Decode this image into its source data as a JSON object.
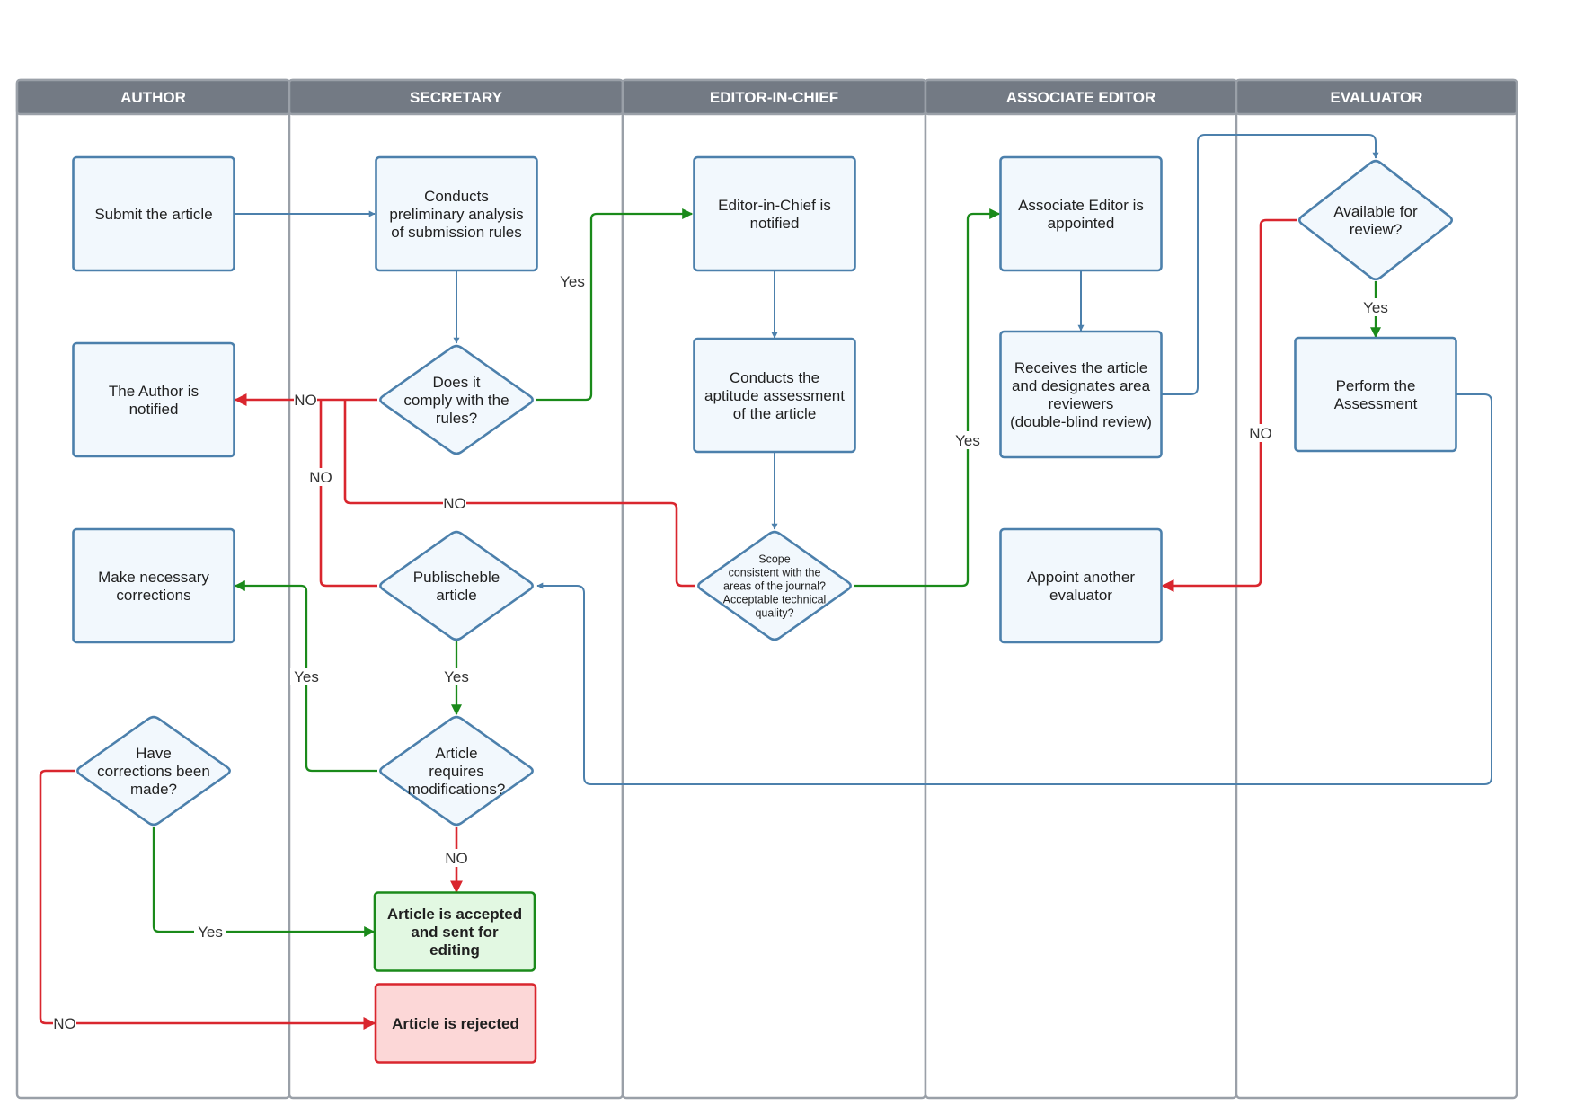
{
  "colors": {
    "lane_header": "#737a84",
    "lane_border": "#9aa0a8",
    "node_fill": "#f2f8fd",
    "node_stroke": "#4c80ac",
    "accepted_fill": "#e2f8e2",
    "accepted_stroke": "#1a8a1a",
    "rejected_fill": "#fcd7d7",
    "rejected_stroke": "#d9262e",
    "edge_blue": "#4c80ac",
    "edge_green": "#1a8a1a",
    "edge_red": "#d9262e"
  },
  "lanes": [
    {
      "id": "author",
      "title": "AUTHOR"
    },
    {
      "id": "secretary",
      "title": "SECRETARY"
    },
    {
      "id": "editor",
      "title": "EDITOR-IN-CHIEF"
    },
    {
      "id": "associate",
      "title": "ASSOCIATE EDITOR"
    },
    {
      "id": "evaluator",
      "title": "EVALUATOR"
    }
  ],
  "nodes": [
    {
      "id": "submit",
      "shape": "process",
      "lines": [
        "Submit the article"
      ]
    },
    {
      "id": "notified_author",
      "shape": "process",
      "lines": [
        "The Author is",
        "notified"
      ]
    },
    {
      "id": "corrections",
      "shape": "process",
      "lines": [
        "Make necessary",
        "corrections"
      ]
    },
    {
      "id": "made_q",
      "shape": "decision",
      "lines": [
        "Have",
        "corrections been",
        "made?"
      ]
    },
    {
      "id": "prelim",
      "shape": "process",
      "lines": [
        "Conducts",
        "preliminary analysis",
        "of submission rules"
      ]
    },
    {
      "id": "comply_q",
      "shape": "decision",
      "lines": [
        "Does it",
        "comply with the",
        "rules?"
      ]
    },
    {
      "id": "publishable_q",
      "shape": "decision",
      "lines": [
        "Publischeble",
        "article"
      ]
    },
    {
      "id": "modif_q",
      "shape": "decision",
      "lines": [
        "Article",
        "requires",
        "modifications?"
      ]
    },
    {
      "id": "accepted",
      "shape": "accepted",
      "lines": [
        "Article is accepted",
        "and sent for",
        "editing"
      ]
    },
    {
      "id": "rejected",
      "shape": "rejected",
      "lines": [
        "Article is rejected"
      ]
    },
    {
      "id": "eic_notified",
      "shape": "process",
      "lines": [
        "Editor-in-Chief is",
        "notified"
      ]
    },
    {
      "id": "aptitude",
      "shape": "process",
      "lines": [
        "Conducts the",
        "aptitude assessment",
        "of the article"
      ]
    },
    {
      "id": "scope_q",
      "shape": "decision",
      "lines": [
        "Scope",
        "consistent with the",
        "areas of the journal?",
        "Acceptable technical",
        "quality?"
      ]
    },
    {
      "id": "ae_appointed",
      "shape": "process",
      "lines": [
        "Associate Editor is",
        "appointed"
      ]
    },
    {
      "id": "receives",
      "shape": "process",
      "lines": [
        "Receives the article",
        "and designates area",
        "reviewers",
        "(double-blind review)"
      ]
    },
    {
      "id": "appoint_another",
      "shape": "process",
      "lines": [
        "Appoint another",
        "evaluator"
      ]
    },
    {
      "id": "available_q",
      "shape": "decision",
      "lines": [
        "Available for",
        "review?"
      ]
    },
    {
      "id": "perform",
      "shape": "process",
      "lines": [
        "Perform the",
        "Assessment"
      ]
    }
  ],
  "edges": [
    {
      "id": "submit-to-prelim",
      "color": "blue",
      "label": ""
    },
    {
      "id": "prelim-to-comply",
      "color": "blue",
      "label": ""
    },
    {
      "id": "comply-yes-to-eic",
      "color": "green",
      "label": "Yes"
    },
    {
      "id": "comply-no-to-author",
      "color": "red",
      "label": "NO"
    },
    {
      "id": "publishable-no-to-author",
      "color": "red",
      "label": "NO"
    },
    {
      "id": "scope-no-to-author",
      "color": "red",
      "label": "NO"
    },
    {
      "id": "eic-to-aptitude",
      "color": "blue",
      "label": ""
    },
    {
      "id": "aptitude-to-scope",
      "color": "blue",
      "label": ""
    },
    {
      "id": "scope-yes-to-ae",
      "color": "green",
      "label": "Yes"
    },
    {
      "id": "ae-to-receives",
      "color": "blue",
      "label": ""
    },
    {
      "id": "receives-to-available",
      "color": "blue",
      "label": ""
    },
    {
      "id": "available-yes-to-perform",
      "color": "green",
      "label": "Yes"
    },
    {
      "id": "available-no-to-appoint",
      "color": "red",
      "label": "NO"
    },
    {
      "id": "perform-to-publishable",
      "color": "blue",
      "label": ""
    },
    {
      "id": "publishable-yes-to-modif",
      "color": "green",
      "label": "Yes"
    },
    {
      "id": "modif-yes-to-corrections",
      "color": "green",
      "label": "Yes"
    },
    {
      "id": "modif-no-to-accepted",
      "color": "red",
      "label": "NO"
    },
    {
      "id": "corrections-to-made",
      "color": "blue",
      "label": ""
    },
    {
      "id": "made-yes-to-accepted",
      "color": "green",
      "label": "Yes"
    },
    {
      "id": "made-no-to-rejected",
      "color": "red",
      "label": "NO"
    }
  ]
}
